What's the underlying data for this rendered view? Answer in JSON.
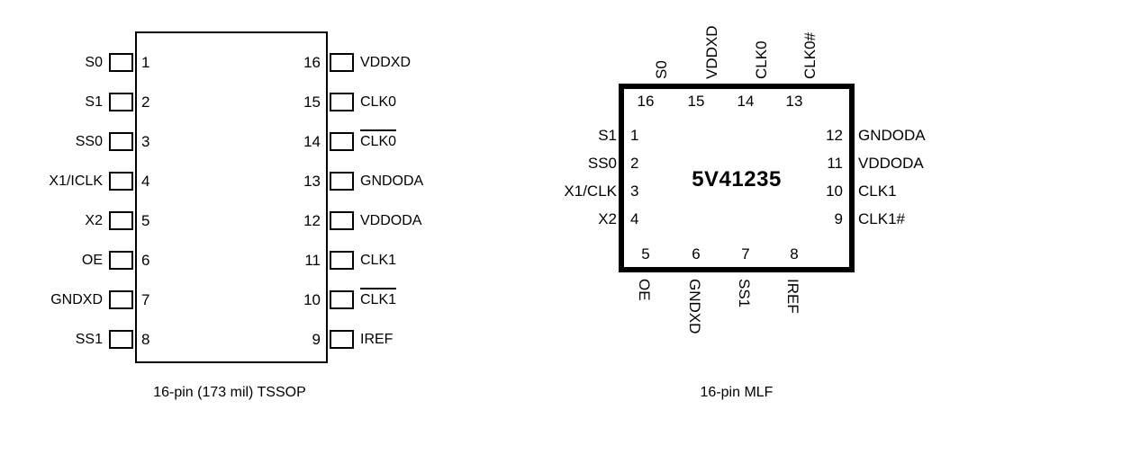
{
  "diagram": {
    "part_number": "5V41235"
  },
  "tssop": {
    "caption": "16-pin (173 mil) TSSOP",
    "left_pins": [
      {
        "num": "1",
        "label": "S0",
        "overline": false
      },
      {
        "num": "2",
        "label": "S1",
        "overline": false
      },
      {
        "num": "3",
        "label": "SS0",
        "overline": false
      },
      {
        "num": "4",
        "label": "X1/ICLK",
        "overline": false
      },
      {
        "num": "5",
        "label": "X2",
        "overline": false
      },
      {
        "num": "6",
        "label": "OE",
        "overline": false
      },
      {
        "num": "7",
        "label": "GNDXD",
        "overline": false
      },
      {
        "num": "8",
        "label": "SS1",
        "overline": false
      }
    ],
    "right_pins": [
      {
        "num": "16",
        "label": "VDDXD",
        "overline": false
      },
      {
        "num": "15",
        "label": "CLK0",
        "overline": false
      },
      {
        "num": "14",
        "label": "CLK0",
        "overline": true
      },
      {
        "num": "13",
        "label": "GNDODA",
        "overline": false
      },
      {
        "num": "12",
        "label": "VDDODA",
        "overline": false
      },
      {
        "num": "11",
        "label": "CLK1",
        "overline": false
      },
      {
        "num": "10",
        "label": "CLK1",
        "overline": true
      },
      {
        "num": "9",
        "label": "IREF",
        "overline": false
      }
    ]
  },
  "mlf": {
    "caption": "16-pin MLF",
    "top_pins": [
      {
        "num": "16",
        "label": "S0"
      },
      {
        "num": "15",
        "label": "VDDXD"
      },
      {
        "num": "14",
        "label": "CLK0"
      },
      {
        "num": "13",
        "label": "CLK0#"
      }
    ],
    "left_pins": [
      {
        "num": "1",
        "label": "S1"
      },
      {
        "num": "2",
        "label": "SS0"
      },
      {
        "num": "3",
        "label": "X1/CLK"
      },
      {
        "num": "4",
        "label": "X2"
      }
    ],
    "bottom_pins": [
      {
        "num": "5",
        "label": "OE"
      },
      {
        "num": "6",
        "label": "GNDXD"
      },
      {
        "num": "7",
        "label": "SS1"
      },
      {
        "num": "8",
        "label": "IREF"
      }
    ],
    "right_pins": [
      {
        "num": "12",
        "label": "GNDODA"
      },
      {
        "num": "11",
        "label": "VDDODA"
      },
      {
        "num": "10",
        "label": "CLK1"
      },
      {
        "num": "9",
        "label": "CLK1#"
      }
    ]
  }
}
